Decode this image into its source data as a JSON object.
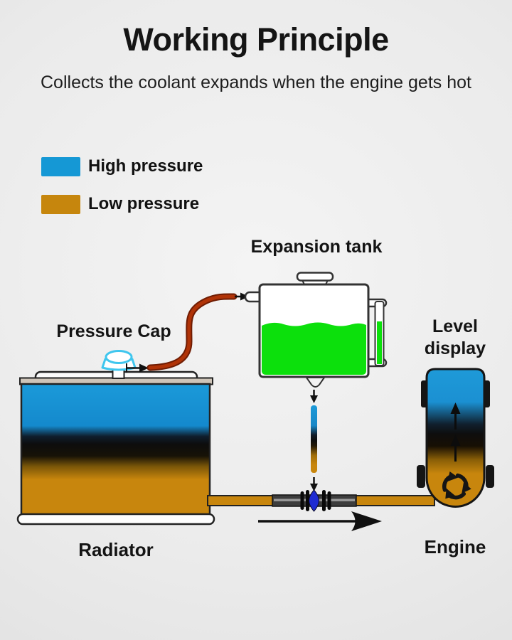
{
  "header": {
    "title": "Working Principle",
    "subtitle": "Collects the coolant expands when the engine gets hot"
  },
  "legend": {
    "items": [
      {
        "label": "High pressure",
        "color": "#1598d5"
      },
      {
        "label": "Low pressure",
        "color": "#c6860d"
      }
    ]
  },
  "diagram": {
    "labels": {
      "expansion_tank": "Expansion tank",
      "pressure_cap": "Pressure Cap",
      "level_display_line1": "Level",
      "level_display_line2": "display",
      "radiator": "Radiator",
      "engine": "Engine"
    },
    "colors": {
      "high_pressure_blue": "#1598d5",
      "low_pressure_orange": "#c6860d",
      "coolant_green": "#0ce00c",
      "hose_red": "#a52d07",
      "cap_cyan": "#3fc6ee",
      "valve_blue": "#1e2bd2",
      "outline_black": "#161616"
    }
  }
}
